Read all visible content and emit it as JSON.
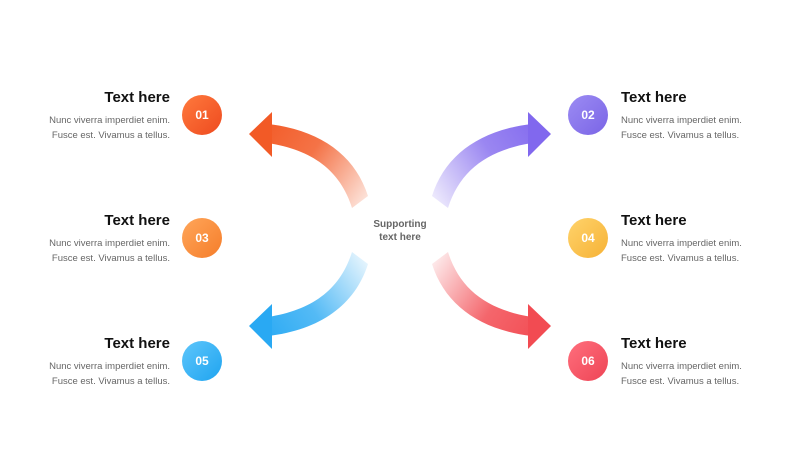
{
  "center": {
    "line1": "Supporting",
    "line2": "text here"
  },
  "items": [
    {
      "num": "01",
      "title": "Text here",
      "line1": "Nunc viverra imperdiet enim.",
      "line2": "Fusce est. Vivamus a tellus.",
      "color_from": "#ff7a3d",
      "color_to": "#ee4a1f"
    },
    {
      "num": "02",
      "title": "Text here",
      "line1": "Nunc viverra imperdiet enim.",
      "line2": "Fusce est. Vivamus a tellus.",
      "color_from": "#9c8cf3",
      "color_to": "#7a64e6"
    },
    {
      "num": "03",
      "title": "Text here",
      "line1": "Nunc viverra imperdiet enim.",
      "line2": "Fusce est. Vivamus a tellus.",
      "color_from": "#ffa65a",
      "color_to": "#f57d2a"
    },
    {
      "num": "04",
      "title": "Text here",
      "line1": "Nunc viverra imperdiet enim.",
      "line2": "Fusce est. Vivamus a tellus.",
      "color_from": "#ffd36b",
      "color_to": "#f6b236"
    },
    {
      "num": "05",
      "title": "Text here",
      "line1": "Nunc viverra imperdiet enim.",
      "line2": "Fusce est. Vivamus a tellus.",
      "color_from": "#5ec6fb",
      "color_to": "#1fa4f0"
    },
    {
      "num": "06",
      "title": "Text here",
      "line1": "Nunc viverra imperdiet enim.",
      "line2": "Fusce est. Vivamus a tellus.",
      "color_from": "#ff6f7d",
      "color_to": "#ee4455"
    }
  ],
  "arrows": {
    "top_left": {
      "color": "#f25a26"
    },
    "top_right": {
      "color": "#8168ee"
    },
    "bottom_left": {
      "color": "#29a9f3"
    },
    "bottom_right": {
      "color": "#f24b52"
    }
  }
}
